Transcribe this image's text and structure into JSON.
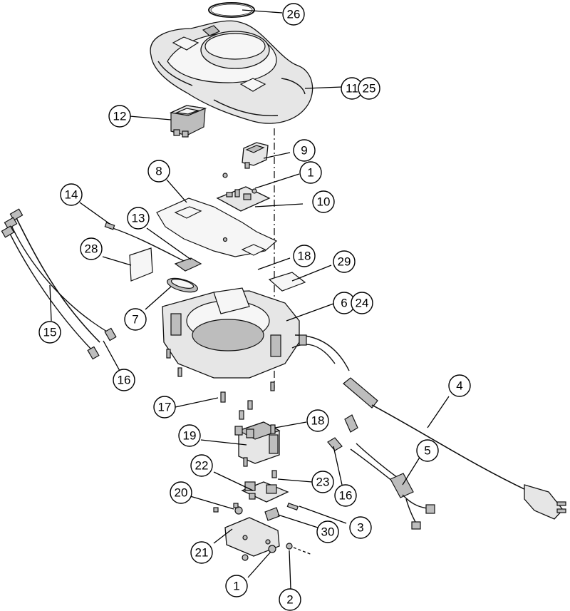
{
  "callouts": {
    "c26": "26",
    "c11": "11",
    "c25": "25",
    "c12": "12",
    "c9": "9",
    "c1a": "1",
    "c10": "10",
    "c8": "8",
    "c14": "14",
    "c13": "13",
    "c28": "28",
    "c18a": "18",
    "c29": "29",
    "c6": "6",
    "c24": "24",
    "c7": "7",
    "c15": "15",
    "c16a": "16",
    "c4": "4",
    "c17": "17",
    "c18b": "18",
    "c19": "19",
    "c5": "5",
    "c16b": "16",
    "c22": "22",
    "c23": "23",
    "c20": "20",
    "c3": "3",
    "c30": "30",
    "c21": "21",
    "c1b": "1",
    "c2": "2"
  },
  "colors": {
    "line": "#000000",
    "fill": "#e6e6e6",
    "shade": "#bdbdbd"
  }
}
